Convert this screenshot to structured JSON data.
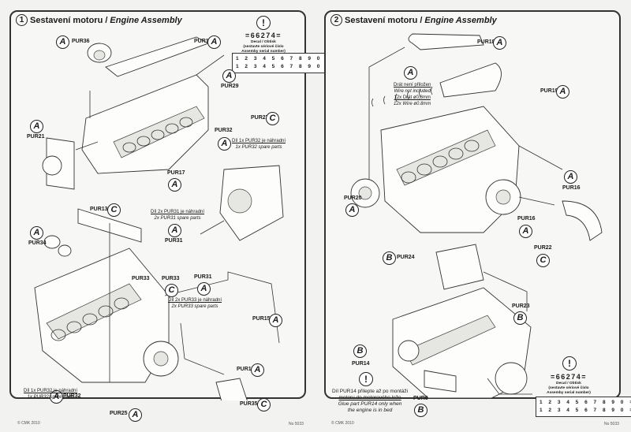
{
  "steps": [
    {
      "number": "1",
      "title_cz": "Sestavení motoru /",
      "title_en": "Engine Assembly",
      "labels": {
        "pur36": "PUR36",
        "pur1": "PUR1",
        "pur29": "PUR29",
        "pur21": "PUR21",
        "pur32_top": "PUR32",
        "pur27": "PUR27",
        "pur17": "PUR17",
        "pur13": "PUR13",
        "pur34": "PUR34",
        "pur31_a": "PUR31",
        "pur31_b": "PUR31",
        "pur33_a": "PUR33",
        "pur33_b": "PUR33",
        "pur15_a": "PUR15",
        "pur15_b": "PUR15",
        "pur32_bottom": "PUR32",
        "pur25": "PUR25",
        "pur35": "PUR35"
      },
      "badges": {
        "pur36": "A",
        "pur1": "A",
        "pur29": "A",
        "pur21": "A",
        "pur32_top": "A",
        "pur27": "C",
        "pur17": "A",
        "pur13": "C",
        "pur34": "A",
        "pur31_a": "A",
        "pur31_b": "A",
        "pur33": "C",
        "pur15_a": "A",
        "pur15_b": "A",
        "pur32_bottom": "A",
        "pur25": "A",
        "pur35": "C"
      },
      "notes": {
        "pur32_top": {
          "cz": "Díl 1x PUR32 je náhradní",
          "en": "1x PUR32 spare parts"
        },
        "pur31": {
          "cz": "Díl 2x PUR31 je náhradní",
          "en": "2x PUR31 spare parts"
        },
        "pur33": {
          "cz": "Díl 2x PUR33 je náhradní",
          "en": "2x PUR33 spare parts"
        },
        "pur32_bottom": {
          "cz": "Díl 1x PUR32 je náhradní",
          "en": "1x PUR32 spare parts"
        }
      },
      "decal": {
        "warning_icon": "!",
        "serial": "=66274=",
        "caption_cz": "Decal / Obtisk",
        "caption_cz2": "(sestavte sériové číslo",
        "caption_en": "Assemby serial number)",
        "row1": "1 2 3 4 5 6 7 8 9 0 =",
        "row2": "1 2 3 4 5 6 7 8 9 0 ="
      }
    },
    {
      "number": "2",
      "title_cz": "Sestavení motoru /",
      "title_en": "Engine Assembly",
      "labels": {
        "pur18": "PUR18",
        "pur19": "PUR19",
        "pur20": "PUR20",
        "pur16_a": "PUR16",
        "pur16_b": "PUR16",
        "pur22": "PUR22",
        "pur24": "PUR24",
        "pur23": "PUR23",
        "pur14": "PUR14",
        "pur6": "PUR6"
      },
      "badges": {
        "pur18": "A",
        "pur19": "A",
        "wire": "A",
        "pur20": "A",
        "pur16_a": "A",
        "pur16_b": "A",
        "pur22": "C",
        "pur24": "B",
        "pur23": "B",
        "pur14": "B",
        "pur6": "B"
      },
      "wire_note": {
        "cz": "Drát není přiložen",
        "en": "Wire not included",
        "cz2": "12x Drát ø0,8mm",
        "en2": "12x Wire ø0.8mm"
      },
      "pur14_note": {
        "warning_icon": "!",
        "cz1": "Díl PUR14 přilepte až po montáži",
        "cz2": "motoru do motorového lože",
        "en1": "Glue part PUR14 only when",
        "en2": "the engine is in bed"
      },
      "decal": {
        "warning_icon": "!",
        "serial": "=66274=",
        "caption_cz": "Decal / Obtisk",
        "caption_cz2": "(sestavte sériové číslo",
        "caption_en": "Assemby serial number)",
        "row1": "1 2 3 4 5 6 7 8 9 0 =",
        "row2": "1 2 3 4 5 6 7 8 9 0 ="
      }
    }
  ],
  "footer": {
    "copyright": "© CMK 2010",
    "code_left": "No 5033",
    "code_right": "No 5033"
  }
}
